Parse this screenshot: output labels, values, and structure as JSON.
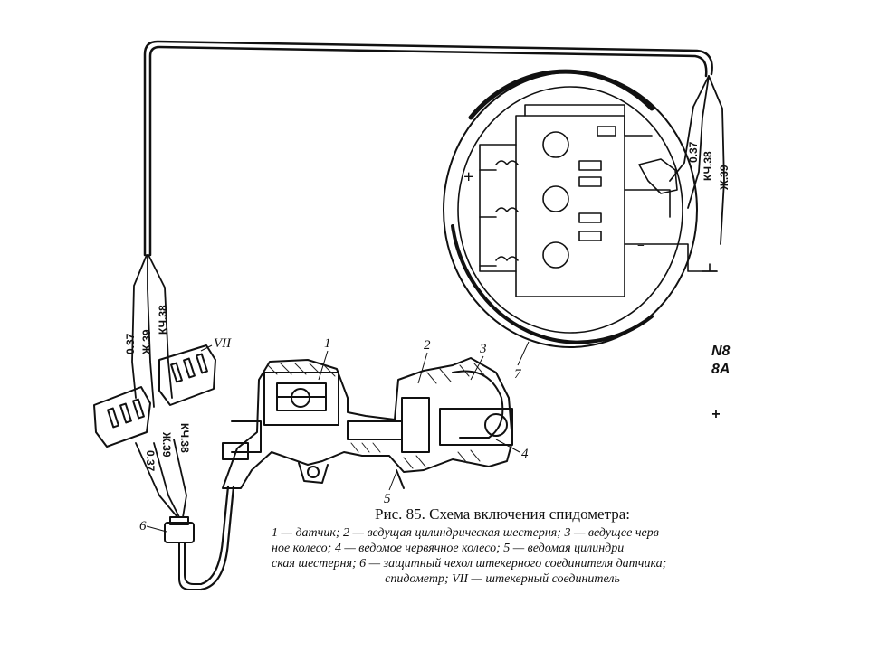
{
  "figure": {
    "title": "Рис. 85. Схема включения спидометра:",
    "caption_lines": [
      "1 — датчик; 2 — ведущая цилиндрическая шестерня; 3 — ведущее черв",
      "ное колесо; 4 — ведомое червячное колесо; 5 — ведомая цилиндри",
      "ская шестерня; 6 — защитный чехол штекерного соединителя датчика;",
      "спидометр; VII — штекерный соединитель"
    ]
  },
  "part_labels": {
    "p1": "1",
    "p2": "2",
    "p3": "3",
    "p4": "4",
    "p5": "5",
    "p6": "6",
    "p7": "7",
    "pVII": "VII"
  },
  "wire_labels": {
    "left_a": "0.37",
    "left_b": "Ж.39",
    "left_c": "КЧ.38",
    "lower_a": "0.37",
    "lower_b": "Ж.39",
    "lower_c": "КЧ.38",
    "right_a": "0.37",
    "right_b": "КЧ.38",
    "right_c": "Ж.39"
  },
  "polarity": {
    "plus": "+",
    "minus": "−"
  },
  "margin_text": {
    "line1": "N8",
    "line2": "8A",
    "line3": "+"
  }
}
